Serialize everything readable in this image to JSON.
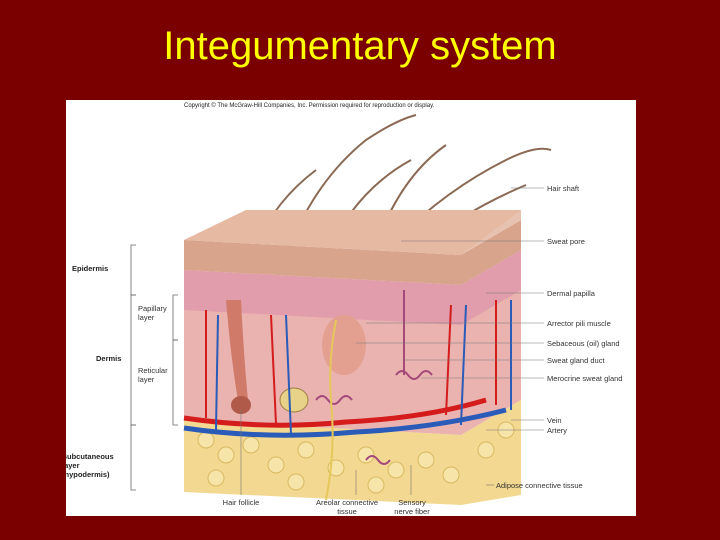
{
  "slide": {
    "title": "Integumentary system"
  },
  "figure": {
    "copyright": "Copyright © The McGraw-Hill Companies, Inc. Permission required for reproduction or display.",
    "left_labels": {
      "epidermis": "Epidermis",
      "papillary_layer": "Papillary layer",
      "dermis": "Dermis",
      "reticular_layer": "Reticular layer",
      "subcutaneous_layer": "Subcutaneous layer (hypodermis)"
    },
    "right_labels": {
      "hair_shaft": "Hair shaft",
      "sweat_pore": "Sweat pore",
      "dermal_papilla": "Dermal papilla",
      "arrector_pili": "Arrector pili muscle",
      "sebaceous_gland": "Sebaceous (oil) gland",
      "sweat_gland_duct": "Sweat gland duct",
      "merocrine_sweat_gland": "Merocrine sweat gland",
      "vein": "Vein",
      "artery": "Artery",
      "adipose_tissue": "Adipose connective tissue"
    },
    "bottom_labels": {
      "hair_follicle": "Hair follicle",
      "areolar_tissue": "Areolar connective tissue",
      "sensory_nerve": "Sensory nerve fiber"
    },
    "colors": {
      "slide_background": "#7a0000",
      "title_text": "#ffff00",
      "epidermis": "#d9a48c",
      "dermis": "#eab3b0",
      "hypodermis": "#f2d890",
      "artery": "#d41c1c",
      "vein": "#2a5bb8"
    }
  }
}
